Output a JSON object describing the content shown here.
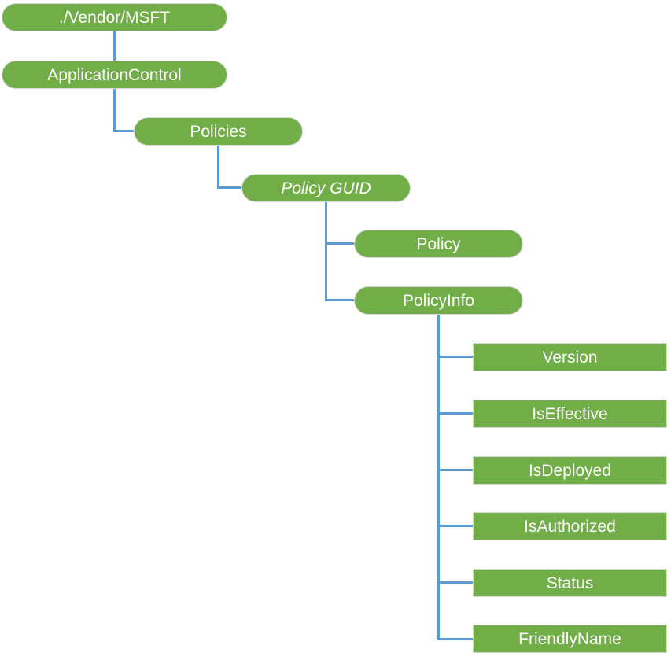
{
  "colors": {
    "node_fill": "#71AE48",
    "node_border": "#D9D9D9",
    "connector": "#5B9BD5",
    "node_text": "#FFFFFF",
    "background": "#FFFFFF"
  },
  "diagram": {
    "nodes": [
      {
        "label": "./Vendor/MSFT",
        "shape": "pill",
        "italic": false,
        "parent": null
      },
      {
        "label": "ApplicationControl",
        "shape": "pill",
        "italic": false,
        "parent": "./Vendor/MSFT"
      },
      {
        "label": "Policies",
        "shape": "pill",
        "italic": false,
        "parent": "ApplicationControl"
      },
      {
        "label": "Policy GUID",
        "shape": "pill",
        "italic": true,
        "parent": "Policies"
      },
      {
        "label": "Policy",
        "shape": "pill",
        "italic": false,
        "parent": "Policy GUID"
      },
      {
        "label": "PolicyInfo",
        "shape": "pill",
        "italic": false,
        "parent": "Policy GUID"
      },
      {
        "label": "Version",
        "shape": "rect",
        "italic": false,
        "parent": "PolicyInfo"
      },
      {
        "label": "IsEffective",
        "shape": "rect",
        "italic": false,
        "parent": "PolicyInfo"
      },
      {
        "label": "IsDeployed",
        "shape": "rect",
        "italic": false,
        "parent": "PolicyInfo"
      },
      {
        "label": "IsAuthorized",
        "shape": "rect",
        "italic": false,
        "parent": "PolicyInfo"
      },
      {
        "label": "Status",
        "shape": "rect",
        "italic": false,
        "parent": "PolicyInfo"
      },
      {
        "label": "FriendlyName",
        "shape": "rect",
        "italic": false,
        "parent": "PolicyInfo"
      }
    ]
  }
}
